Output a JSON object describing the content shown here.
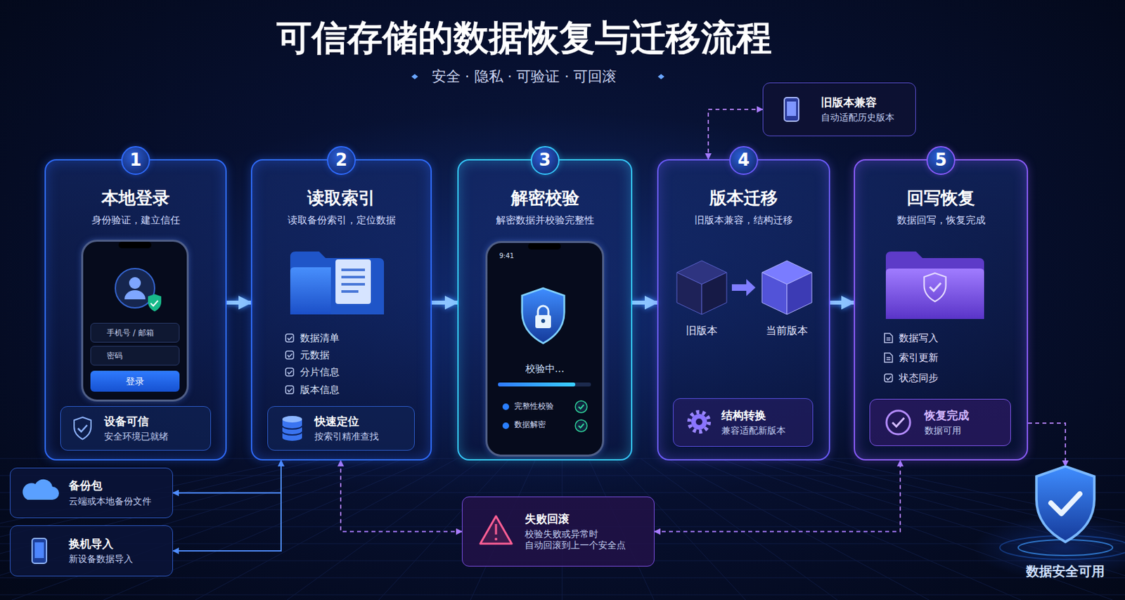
{
  "diagram": {
    "title": "可信存储的数据恢复与迁移流程",
    "nodes": [
      {
        "text": [
          "1",
          "本地登录",
          "身份验证，建立信任"
        ]
      },
      {
        "text": [
          "手机号 / 邮箱",
          "密码",
          "登录"
        ],
        "in": 0
      },
      {
        "text": [
          "设备可信",
          "安全环境已就绪"
        ],
        "in": 0
      },
      {
        "text": [
          "2",
          "读取索引",
          "读取备份索引，定位数据"
        ]
      },
      {
        "text": [
          "快速定位",
          "按索引精准查找"
        ],
        "in": 3
      },
      {
        "text": [
          "3",
          "解密校验",
          "解密数据并校验完整性"
        ]
      },
      {
        "text": [
          "9:41",
          "校验中...",
          "完整性校验",
          "数据解密"
        ],
        "in": 5
      },
      {
        "text": [
          "4",
          "版本迁移",
          "旧版本兼容，结构迁移"
        ]
      },
      {
        "text": [
          "结构转换",
          "兼容适配新版本"
        ],
        "in": 7
      },
      {
        "text": [
          "旧版本兼容",
          "自动适配历史版本"
        ]
      },
      {
        "text": [
          "5",
          "回写恢复",
          "数据回写，恢复完成"
        ]
      },
      {
        "text": [
          "恢复完成",
          "数据可用"
        ],
        "in": 10
      },
      {
        "text": [
          "备份包",
          "云端或本地备份文件"
        ]
      },
      {
        "text": [
          "换机导入",
          "新设备数据导入"
        ]
      },
      {
        "text": [
          "失败回滚",
          "校验失败或异常时 自动回滚到上一个安全点"
        ]
      },
      {
        "text": [
          "数据安全可用"
        ]
      }
    ],
    "edges": [
      {
        "from": 0,
        "to": 3,
        "arrow": "to"
      },
      {
        "from": 3,
        "to": 5,
        "arrow": "to"
      },
      {
        "from": 5,
        "to": 7,
        "arrow": "to"
      },
      {
        "from": 7,
        "to": 10,
        "arrow": "to"
      },
      {
        "from": 9,
        "to": 7,
        "arrow": "both"
      },
      {
        "from": 12,
        "to": 3,
        "arrow": "both"
      },
      {
        "from": 13,
        "to": 3,
        "arrow": "both"
      },
      {
        "from": 14,
        "to": 3,
        "arrow": "both"
      },
      {
        "from": 14,
        "to": 10,
        "arrow": "both"
      },
      {
        "from": 10,
        "to": 15,
        "arrow": "to"
      }
    ],
    "labels": [
      "安全 · 隐私 · 可验证 · 可回滚",
      "数据清单",
      "元数据",
      "分片信息",
      "版本信息",
      "旧版本",
      "当前版本",
      "数据写入",
      "索引更新",
      "状态同步"
    ]
  }
}
